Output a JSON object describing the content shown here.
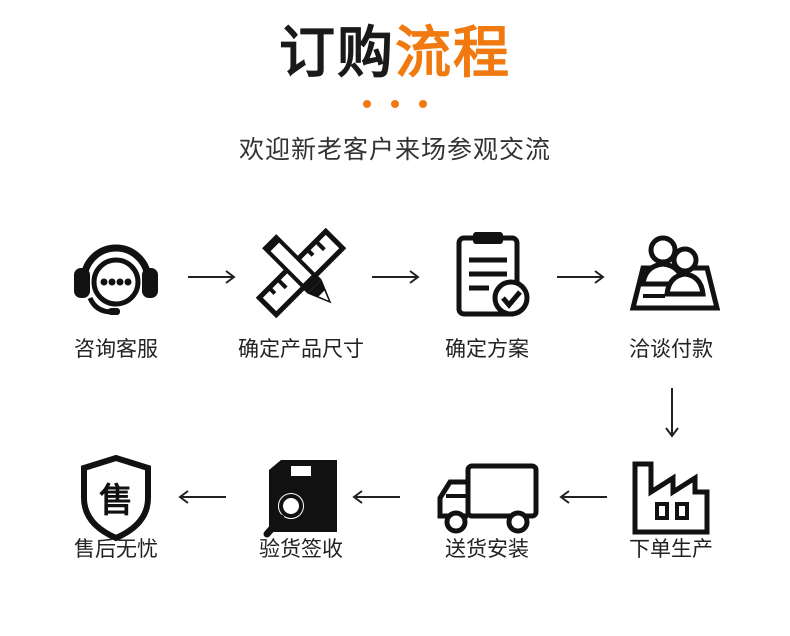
{
  "header": {
    "title_dark": "订购",
    "title_accent": "流程",
    "subtitle": "欢迎新老客户来场参观交流",
    "accent_color": "#f07a10"
  },
  "steps": [
    {
      "label": "咨询客服",
      "icon": "headset-icon"
    },
    {
      "label": "确定产品尺寸",
      "icon": "pencil-ruler-icon"
    },
    {
      "label": "确定方案",
      "icon": "clipboard-check-icon"
    },
    {
      "label": "洽谈付款",
      "icon": "users-meeting-icon"
    },
    {
      "label": "下单生产",
      "icon": "factory-icon"
    },
    {
      "label": "送货安装",
      "icon": "truck-icon"
    },
    {
      "label": "验货签收",
      "icon": "box-inspect-icon"
    },
    {
      "label": "售后无忧",
      "icon": "shield-after-sale-icon"
    }
  ],
  "badges": {
    "after_sale_glyph": "售"
  }
}
